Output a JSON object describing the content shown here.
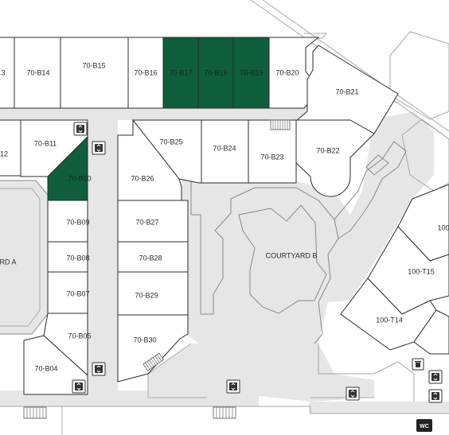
{
  "map": {
    "units": [
      {
        "id": "70-B13",
        "label": "3"
      },
      {
        "id": "70-B14",
        "label": "70-B14"
      },
      {
        "id": "70-B15",
        "label": "70-B15"
      },
      {
        "id": "70-B16",
        "label": "70-B16"
      },
      {
        "id": "70-B17",
        "label": "70-B17",
        "highlight": true
      },
      {
        "id": "70-B18",
        "label": "70-B18",
        "highlight": true
      },
      {
        "id": "70-B19",
        "label": "70-B19",
        "highlight": true
      },
      {
        "id": "70-B20",
        "label": "70-B20"
      },
      {
        "id": "70-B21",
        "label": "70-B21"
      },
      {
        "id": "70-B12",
        "label": "12"
      },
      {
        "id": "70-B11",
        "label": "70-B11"
      },
      {
        "id": "70-B10",
        "label": "70-B10",
        "highlight": true
      },
      {
        "id": "70-B25",
        "label": "70-B25"
      },
      {
        "id": "70-B24",
        "label": "70-B24"
      },
      {
        "id": "70-B23",
        "label": "70-B23"
      },
      {
        "id": "70-B22",
        "label": "70-B22"
      },
      {
        "id": "70-B26",
        "label": "70-B26"
      },
      {
        "id": "70-B09",
        "label": "70-B09"
      },
      {
        "id": "70-B27",
        "label": "70-B27"
      },
      {
        "id": "70-B08",
        "label": "70-B08"
      },
      {
        "id": "70-B28",
        "label": "70-B28"
      },
      {
        "id": "70-B07",
        "label": "70-B07"
      },
      {
        "id": "70-B29",
        "label": "70-B29"
      },
      {
        "id": "70-B05",
        "label": "70-B05"
      },
      {
        "id": "70-B30",
        "label": "70-B30"
      },
      {
        "id": "70-B04",
        "label": "70-B04"
      },
      {
        "id": "100-T15",
        "label": "100-T15"
      },
      {
        "id": "100-T14",
        "label": "100-T14"
      },
      {
        "id": "100-T16",
        "label": "100"
      }
    ],
    "areas": {
      "courtyard_a": "RD A",
      "courtyard_b": "COURTYARD B"
    },
    "wc_label": "WC",
    "colors": {
      "highlight": "#0f5e3c",
      "corridor": "#e6e6e6",
      "unit_border": "#2b2b2b",
      "outline": "#a8a8a8"
    },
    "icons": [
      "elevator-icon",
      "trash-icon",
      "stairs-icon",
      "wc-icon"
    ]
  }
}
